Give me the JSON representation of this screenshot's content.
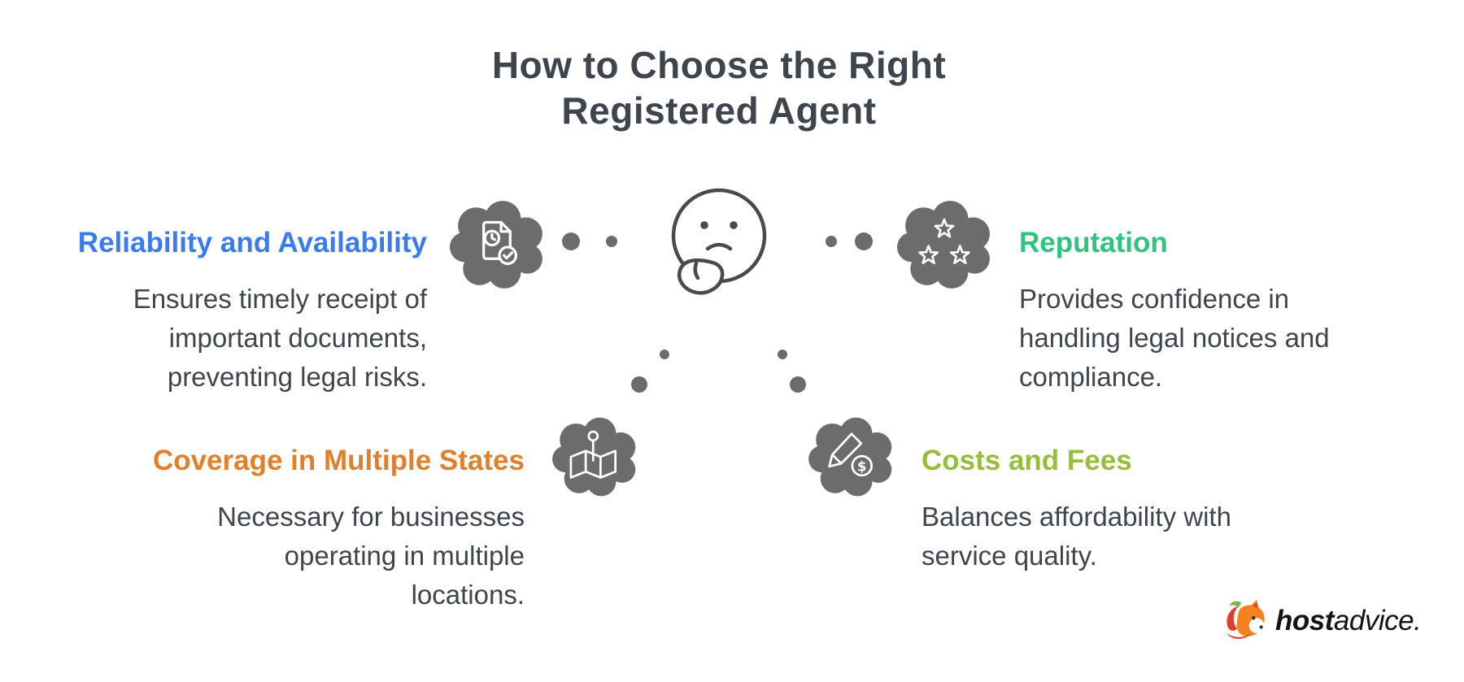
{
  "title": {
    "line1": "How to Choose the Right",
    "line2": "Registered Agent"
  },
  "colors": {
    "title_text": "#3e454c",
    "body_text": "#3e454c",
    "reliability_heading": "#3b7bf0",
    "reputation_heading": "#2ec47e",
    "coverage_heading": "#e0802b",
    "costs_heading": "#97bd3d",
    "blob_gray": "#6c6c6c",
    "face_outline": "#4a4a4a"
  },
  "sections": {
    "reliability": {
      "heading": "Reliability and Availability",
      "lines": [
        "Ensures timely receipt of",
        "important documents,",
        "preventing legal risks."
      ],
      "icon": "document-clock-check-icon"
    },
    "reputation": {
      "heading": "Reputation",
      "lines": [
        "Provides confidence in",
        "handling legal notices and",
        "compliance."
      ],
      "icon": "three-stars-icon"
    },
    "coverage": {
      "heading": "Coverage in Multiple States",
      "lines": [
        "Necessary for businesses",
        "operating in multiple",
        "locations."
      ],
      "icon": "map-pin-icon"
    },
    "costs": {
      "heading": "Costs and Fees",
      "lines": [
        "Balances affordability with",
        "service quality."
      ],
      "icon": "pen-dollar-icon",
      "dollar_symbol": "$"
    }
  },
  "center": {
    "icon": "thinking-face-icon"
  },
  "logo": {
    "icon": "hostadvice-fox-icon",
    "brand_bold": "host",
    "brand_light": "advice."
  }
}
